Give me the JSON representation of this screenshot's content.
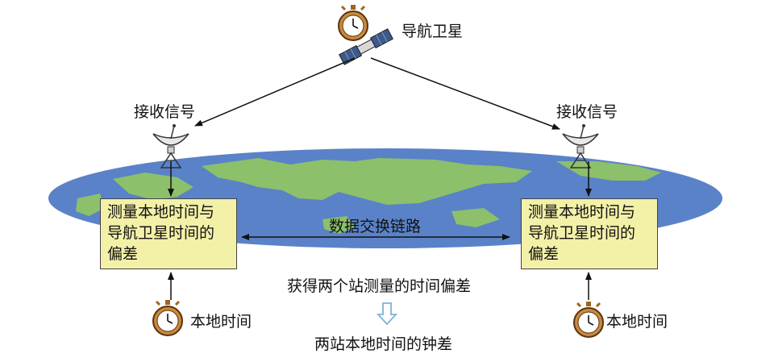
{
  "satellite": {
    "label": "导航卫星"
  },
  "stations": [
    {
      "receive_label": "接收信号",
      "box_lines": [
        "测量本地时间与",
        "导航卫星时间的",
        "偏差"
      ],
      "local_time_label": "本地时间"
    },
    {
      "receive_label": "接收信号",
      "box_lines": [
        "测量本地时间与",
        "导航卫星时间的",
        "偏差"
      ],
      "local_time_label": "本地时间"
    }
  ],
  "link_label": "数据交换链路",
  "result_label": "获得两个站测量的时间偏差",
  "final_label": "两站本地时间的钟差",
  "colors": {
    "earth_ocean": "#5a82c8",
    "earth_land": "#8cc06a",
    "box_fill": "#f3f0a8",
    "down_arrow": "#7fb2d4",
    "clock_frame": "#a0641e"
  },
  "icons": {
    "satellite": "satellite-with-clock",
    "antenna": "dish-antenna",
    "clock": "stopwatch"
  }
}
